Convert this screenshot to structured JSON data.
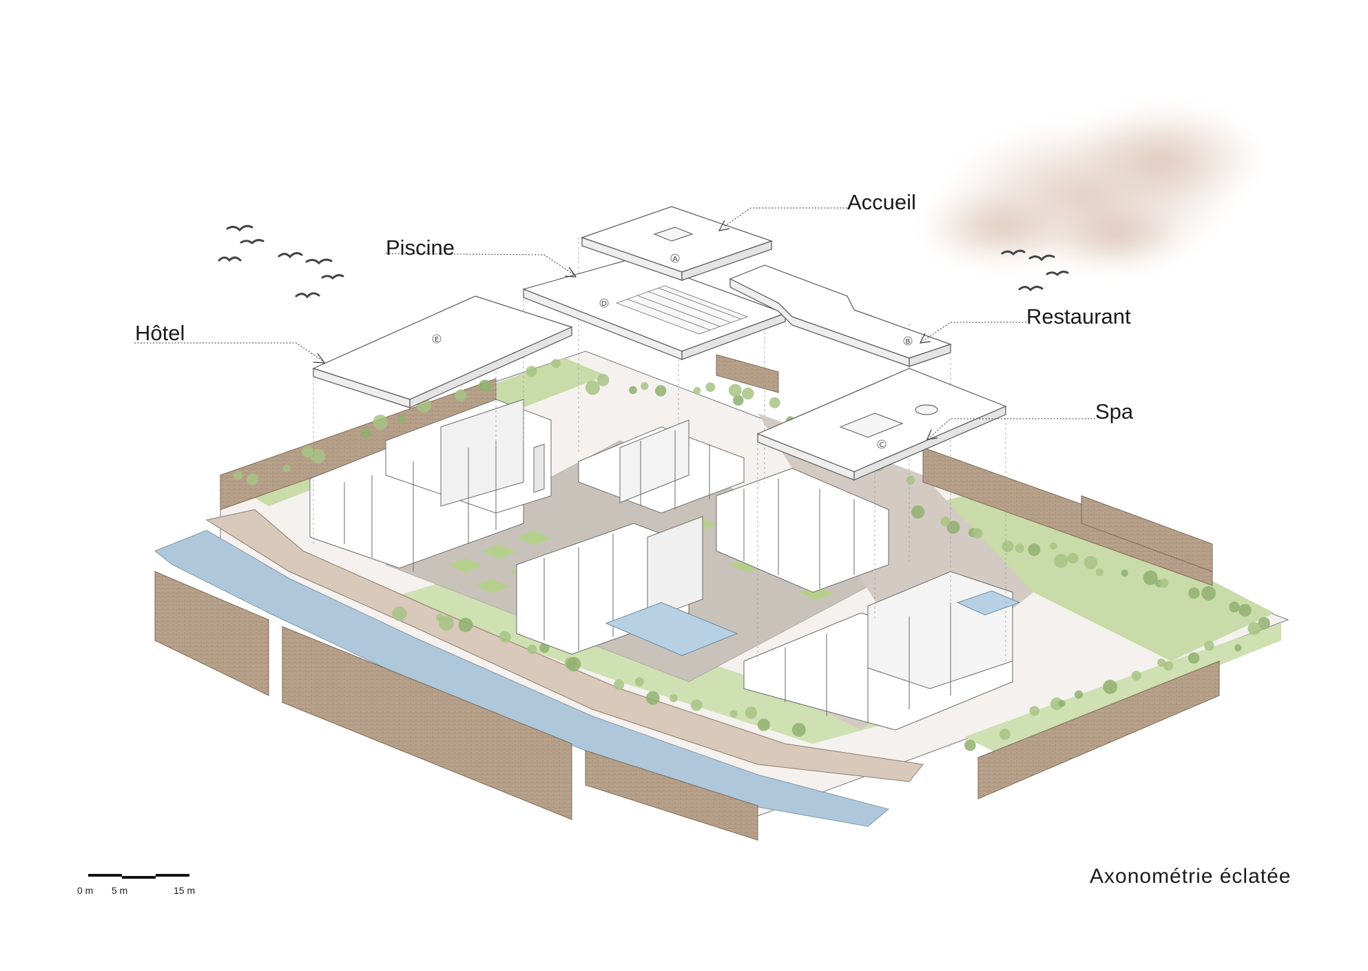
{
  "labels": {
    "accueil": "Accueil",
    "piscine": "Piscine",
    "restaurant": "Restaurant",
    "hotel": "Hôtel",
    "spa": "Spa"
  },
  "roof_letters": {
    "a": "A",
    "b": "B",
    "c": "C",
    "d": "D",
    "e": "E"
  },
  "title": "Axonométrie éclatée",
  "scale_bar": {
    "marks": [
      "0 m",
      "5 m",
      "15 m"
    ]
  },
  "colors": {
    "wall": "#b9a28c",
    "wall_dark": "#a38b74",
    "garden": "#bcd59a",
    "tree": "#8fb070",
    "paving": "#bfb7b0",
    "path": "#d6c6b8",
    "water": "#a9c3d6",
    "pool": "#b7d0e4",
    "cloud": "#d8c2b6",
    "line": "#555555"
  }
}
